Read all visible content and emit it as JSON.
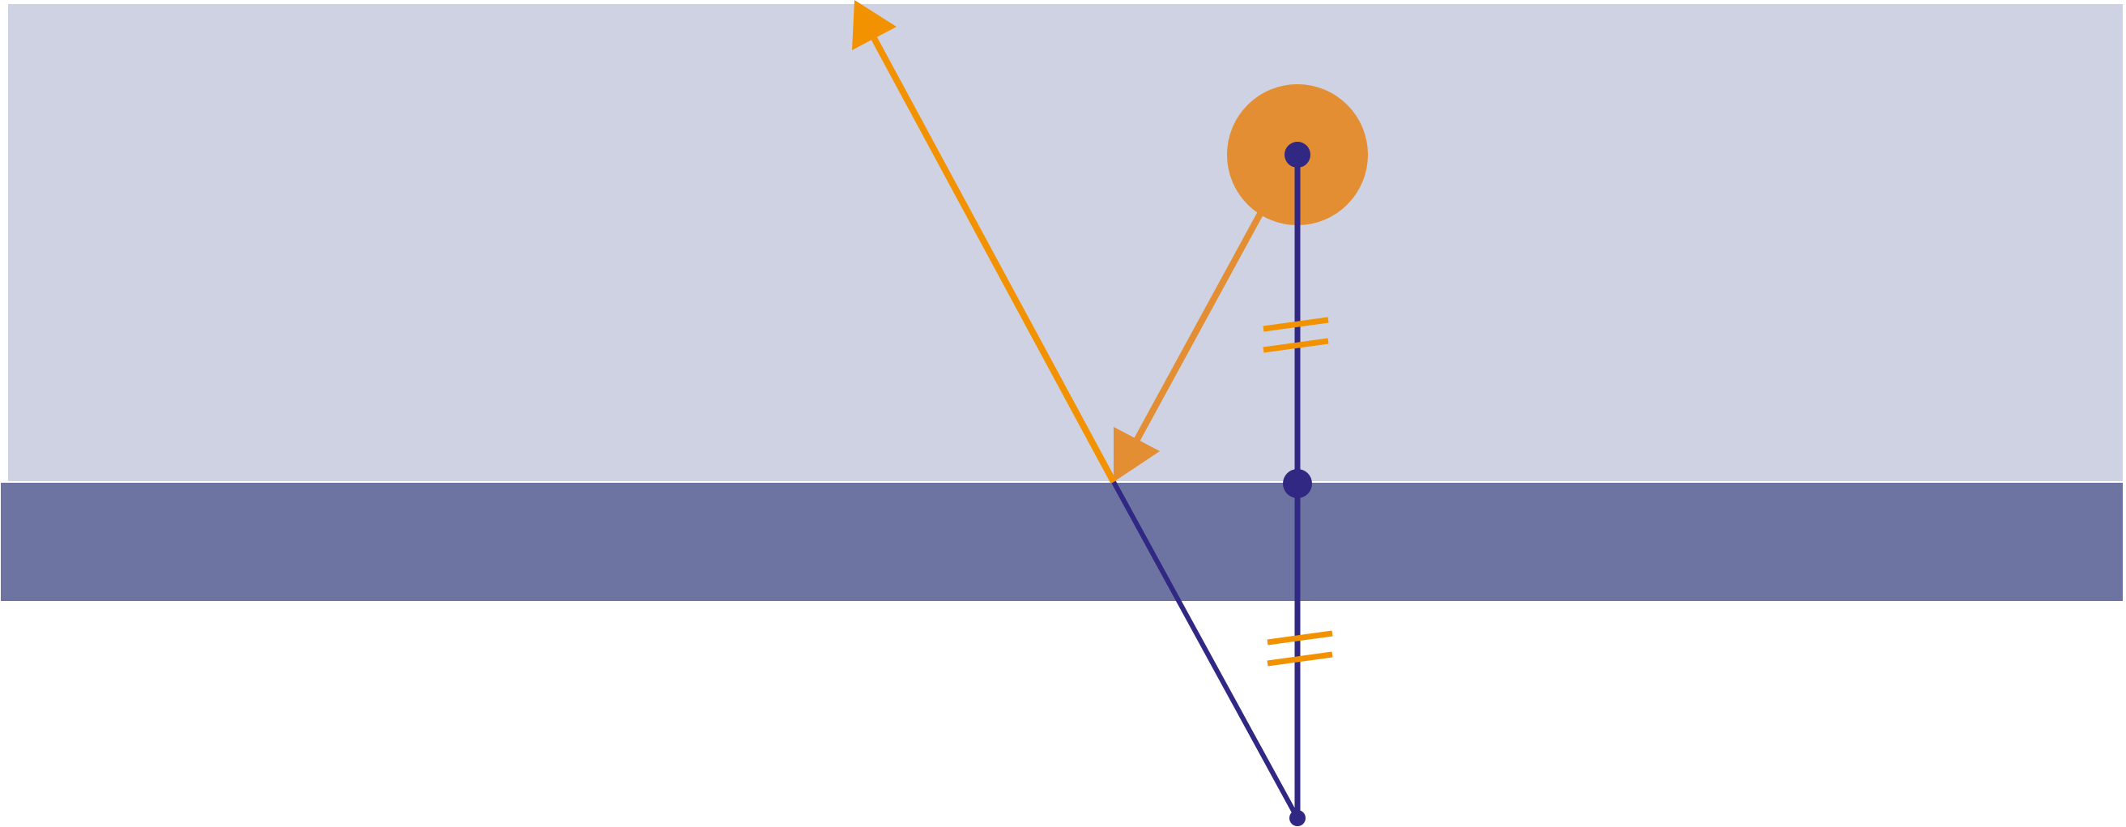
{
  "diagram": {
    "kind": "plane-mirror-reflection-ray-diagram",
    "elements": [
      "region-in-front-of-mirror",
      "mirror",
      "object-ball",
      "object-point",
      "mirror-foot-point",
      "image-point",
      "incident-ray",
      "reflected-ray",
      "virtual-ray-to-image",
      "normal-line-object-to-image",
      "equal-distance-tick-marks-above",
      "equal-distance-tick-marks-below"
    ],
    "equal_distances": true
  },
  "colors": {
    "region_in_front_of_mirror": "#cfd2e3",
    "mirror": "#6d74a1",
    "object_ball": "#e38e33",
    "incident_ray": "#e38e33",
    "reflected_ray": "#f39200",
    "construction_lines": "#302882",
    "points": "#302882",
    "tick_marks": "#f39200",
    "background": "#ffffff"
  },
  "icons": {
    "ray_arrow": "triangle-arrowhead",
    "point": "filled-circle"
  }
}
